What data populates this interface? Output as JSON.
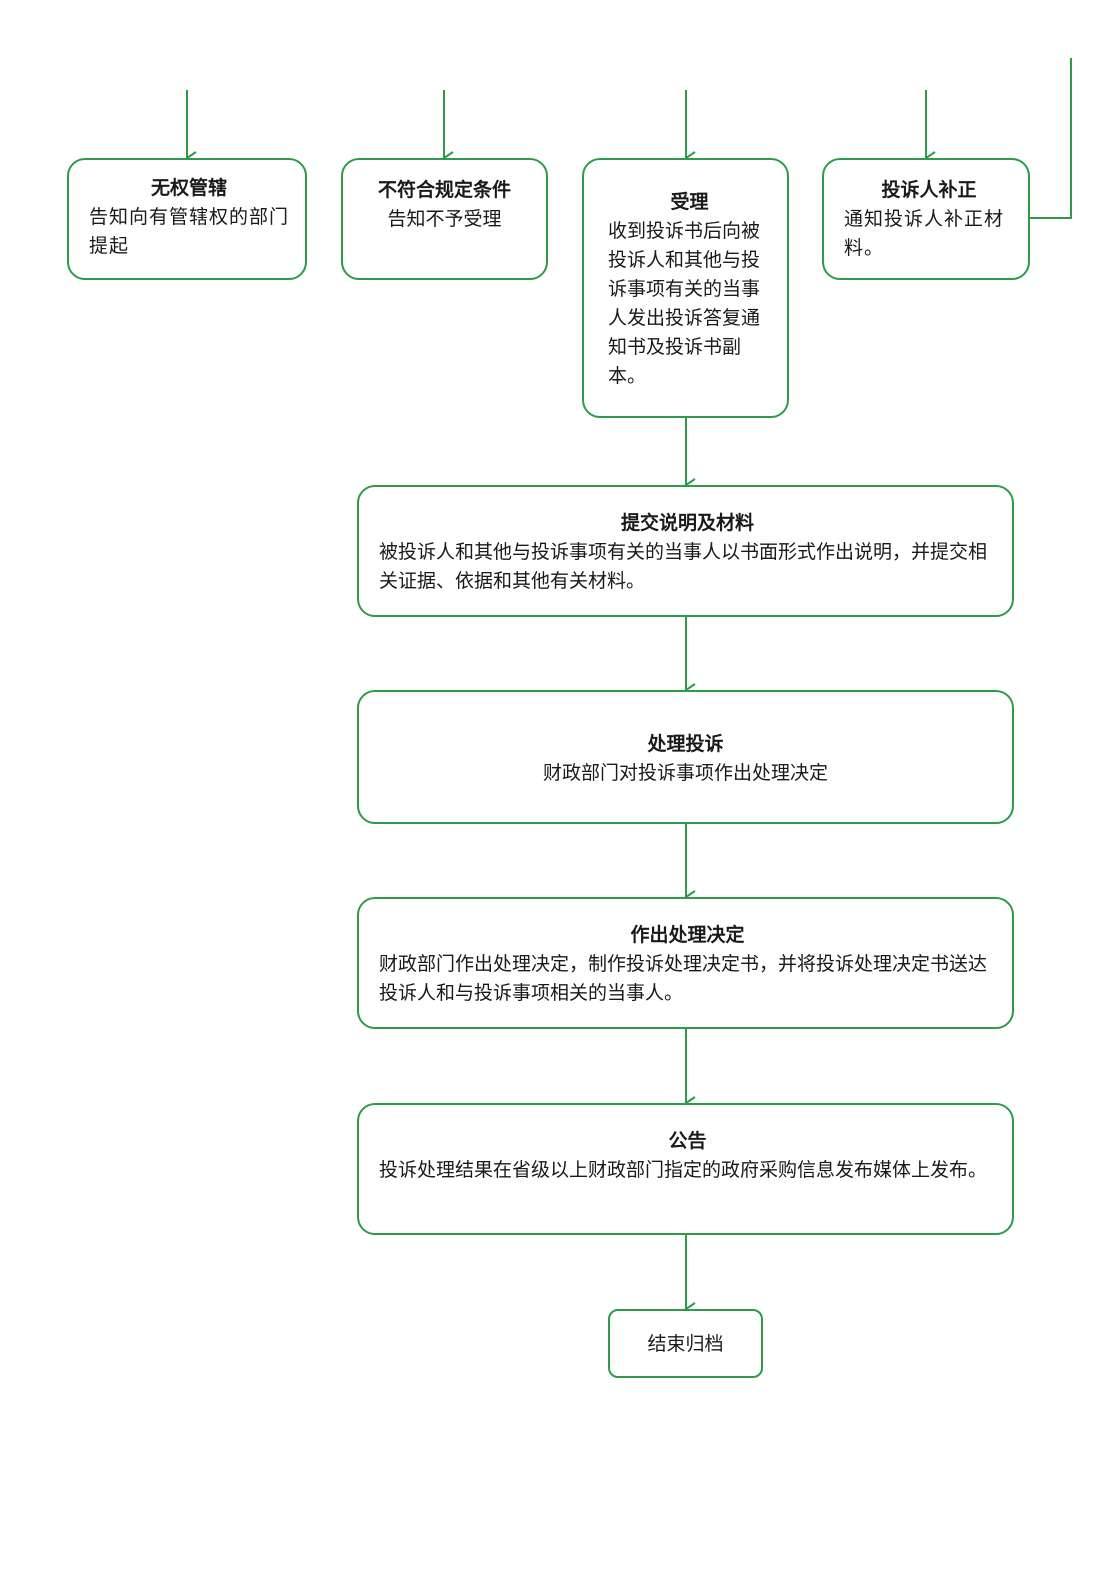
{
  "accent_color": "#2f9a4a",
  "nodes": {
    "no_jurisdiction": {
      "title": "无权管辖",
      "body": "告知向有管辖权的部门提起"
    },
    "not_qualified": {
      "title": "不符合规定条件",
      "body": "告知不予受理"
    },
    "accept": {
      "title": "受理",
      "body": "收到投诉书后向被投诉人和其他与投诉事项有关的当事人发出投诉答复通知书及投诉书副本。"
    },
    "supplement": {
      "title": "投诉人补正",
      "body": "通知投诉人补正材料。"
    },
    "submit": {
      "title": "提交说明及材料",
      "body": "被投诉人和其他与投诉事项有关的当事人以书面形式作出说明，并提交相关证据、依据和其他有关材料。"
    },
    "handle": {
      "title": "处理投诉",
      "body": "财政部门对投诉事项作出处理决定"
    },
    "decision": {
      "title": "作出处理决定",
      "body": "财政部门作出处理决定，制作投诉处理决定书，并将投诉处理决定书送达投诉人和与投诉事项相关的当事人。"
    },
    "announce": {
      "title": "公告",
      "body": "投诉处理结果在省级以上财政部门指定的政府采购信息发布媒体上发布。"
    },
    "archive": {
      "title": "结束归档"
    }
  }
}
